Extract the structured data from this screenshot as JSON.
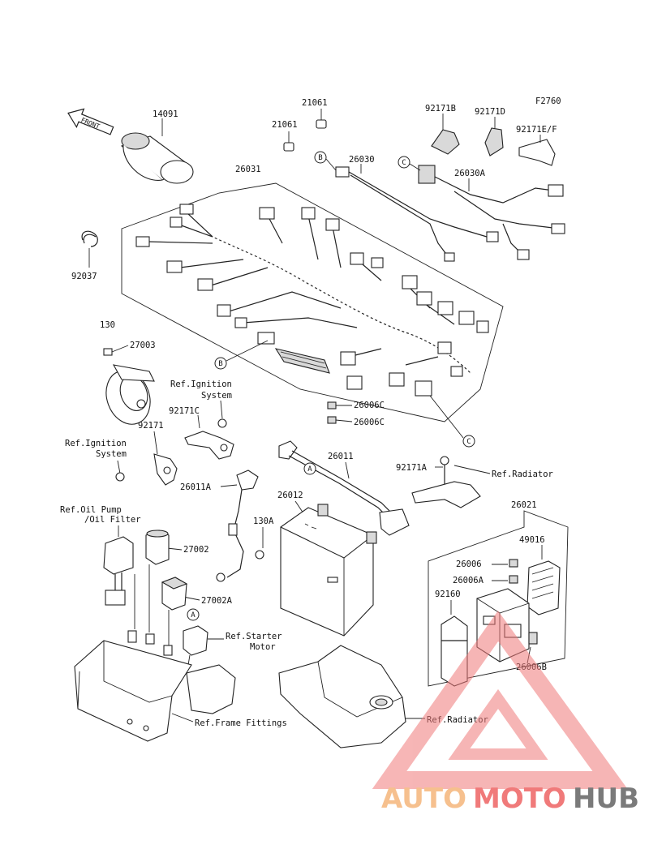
{
  "figure_code": "F2760",
  "front_label": "FRONT",
  "parts": {
    "p14091": "14091",
    "p21061a": "21061",
    "p21061b": "21061",
    "p92171B": "92171B",
    "p92171D": "92171D",
    "p92171EF": "92171E/F",
    "p26031": "26031",
    "p26030": "26030",
    "p26030A": "26030A",
    "p92037": "92037",
    "p130": "130",
    "p27003": "27003",
    "p92171C": "92171C",
    "p92171": "92171",
    "p26006C_1": "26006C",
    "p26006C_2": "26006C",
    "p26011": "26011",
    "p92171A": "92171A",
    "p26011A": "26011A",
    "p26012": "26012",
    "p130A": "130A",
    "p26021": "26021",
    "p27002": "27002",
    "p27002A": "27002A",
    "p49016": "49016",
    "p26006": "26006",
    "p26006A": "26006A",
    "p92160": "92160",
    "p26006B": "26006B"
  },
  "refs": {
    "ignition1_l1": "Ref.Ignition",
    "ignition1_l2": "System",
    "ignition2_l1": "Ref.Ignition",
    "ignition2_l2": "System",
    "radiator1": "Ref.Radiator",
    "oilpump_l1": "Ref.Oil Pump",
    "oilpump_l2": "/Oil Filter",
    "starter_l1": "Ref.Starter",
    "starter_l2": "Motor",
    "frame": "Ref.Frame Fittings",
    "radiator2": "Ref.Radiator"
  },
  "callouts": {
    "b": "B",
    "c": "C",
    "a": "A"
  },
  "watermark": {
    "auto": "AUTO",
    "moto": "MOTO",
    "hub": "HUB",
    "color_auto": "#f6c08e",
    "color_moto": "#f07a7a",
    "color_hub": "#7a7a7a"
  }
}
